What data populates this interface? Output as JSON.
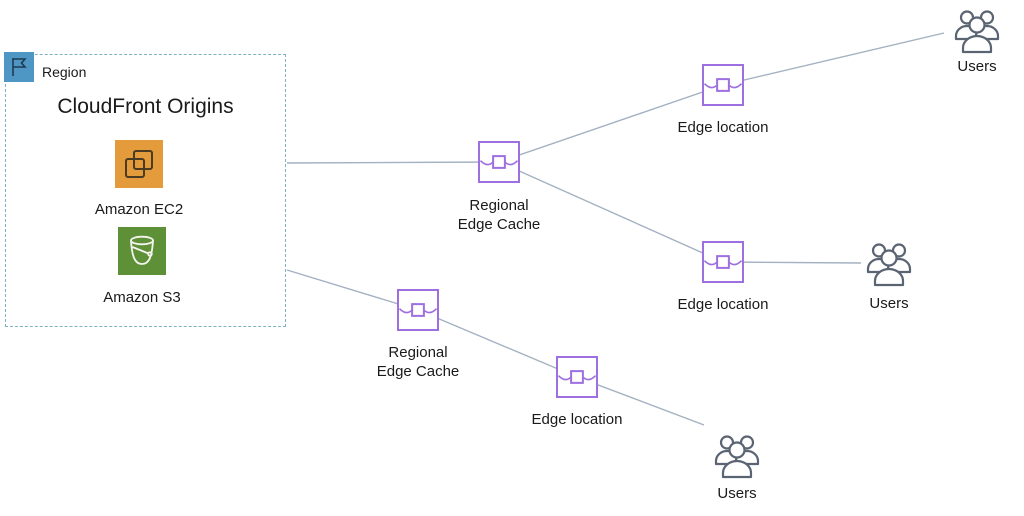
{
  "region": {
    "label": "Region",
    "title": "CloudFront Origins",
    "services": {
      "ec2": "Amazon EC2",
      "s3": "Amazon S3"
    }
  },
  "nodes": {
    "rec1": {
      "label1": "Regional",
      "label2": "Edge Cache"
    },
    "rec2": {
      "label1": "Regional",
      "label2": "Edge Cache"
    },
    "edge1": {
      "label": "Edge location"
    },
    "edge2": {
      "label": "Edge location"
    },
    "edge3": {
      "label": "Edge location"
    },
    "users1": {
      "label": "Users"
    },
    "users2": {
      "label": "Users"
    },
    "users3": {
      "label": "Users"
    }
  },
  "icons": {
    "region_flag": "flag-icon",
    "ec2": "ec2-instances-icon",
    "s3": "s3-bucket-icon",
    "edge": "cloudfront-edge-icon",
    "users": "users-group-icon"
  },
  "colors": {
    "region_border": "#7FB1C9",
    "region_flag_bg": "#4E97C5",
    "edge_purple": "#9D6FE0",
    "ec2_orange": "#E39B3C",
    "s3_green": "#5E9038",
    "connector": "#A3B1C2",
    "users_gray": "#5A6472",
    "text": "#1A1A1A"
  }
}
